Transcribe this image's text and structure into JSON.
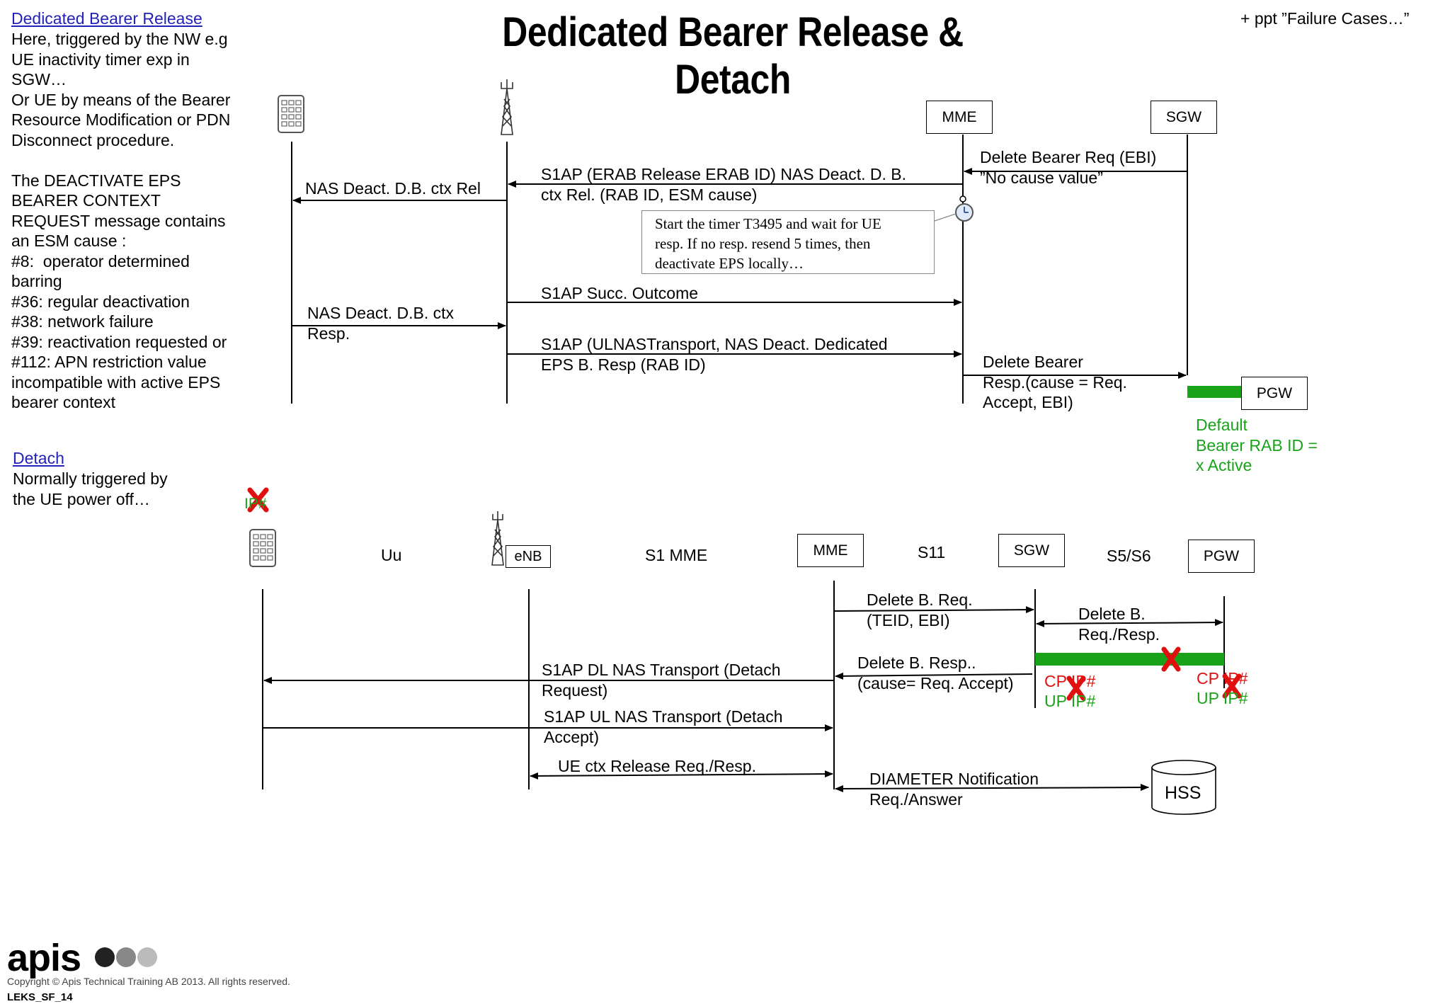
{
  "title": "Dedicated Bearer Release & Detach",
  "ppt_note": "+ ppt ”Failure Cases…”",
  "top_section": {
    "link": "Dedicated Bearer Release",
    "description": "Here, triggered by the NW e.g\nUE inactivity timer exp in\nSGW…\nOr UE by means of the Bearer\nResource Modification or PDN\nDisconnect procedure.\n\nThe DEACTIVATE EPS\nBEARER CONTEXT\nREQUEST message contains\nan ESM cause :\n#8:  operator determined\nbarring\n#36: regular deactivation\n#38: network failure\n#39: reactivation requested or\n#112: APN restriction value\nincompatible with active EPS\nbearer context",
    "nodes": {
      "mme": "MME",
      "sgw": "SGW",
      "pgw": "PGW"
    },
    "messages": {
      "m1": "Delete Bearer Req (EBI)\n”No cause value”",
      "m2": "S1AP (ERAB Release ERAB ID) NAS Deact. D. B.\nctx Rel. (RAB ID, ESM cause)",
      "m3": "NAS Deact. D.B. ctx Rel",
      "m4": "S1AP Succ. Outcome",
      "m5": "NAS Deact. D.B. ctx\nResp.",
      "m6": "S1AP (ULNASTransport, NAS Deact. Dedicated\nEPS B. Resp (RAB ID)",
      "m7": "Delete Bearer\nResp.(cause = Req.\nAccept, EBI)"
    },
    "timer_note": "Start the timer T3495 and wait for UE\nresp. If no resp. resend 5 times, then\ndeactivate EPS locally…",
    "default_bearer": "Default\nBearer RAB ID =\nx Active"
  },
  "bottom_section": {
    "link": "Detach",
    "description": "Normally triggered by\nthe UE power off…",
    "ip_label": "IP#",
    "nodes": {
      "enb": "eNB",
      "mme": "MME",
      "sgw": "SGW",
      "pgw": "PGW",
      "hss": "HSS"
    },
    "interfaces": {
      "uu": "Uu",
      "s1": "S1 MME",
      "s11": "S11",
      "s5": "S5/S6"
    },
    "messages": {
      "m1": "Delete B. Req.\n(TEID, EBI)",
      "m2": "Delete B.\nReq./Resp.",
      "m3": "S1AP DL NAS Transport (Detach\nRequest)",
      "m4": "Delete B. Resp..\n(cause= Req. Accept)",
      "m5": "S1AP UL NAS Transport (Detach\nAccept)",
      "m6": "UE ctx Release Req./Resp.",
      "m7": "DIAMETER Notification\nReq./Answer"
    },
    "sgw_ip": {
      "cp": "CP IP#",
      "up": "UP IP#"
    },
    "pgw_ip": {
      "cp": "CP IP#",
      "up": "UP IP#"
    }
  },
  "footer": {
    "logo": "apis",
    "copyright": "Copyright © Apis Technical Training AB 2013. All rights reserved.",
    "code": "LEKS_SF_14"
  },
  "colors": {
    "bearer_bar": "#1aa31a",
    "cross": "#e01010",
    "link": "#2222bb"
  },
  "icons": [
    "phone-icon",
    "antenna-icon",
    "timer-icon",
    "database-icon",
    "cross-mark-icon"
  ]
}
